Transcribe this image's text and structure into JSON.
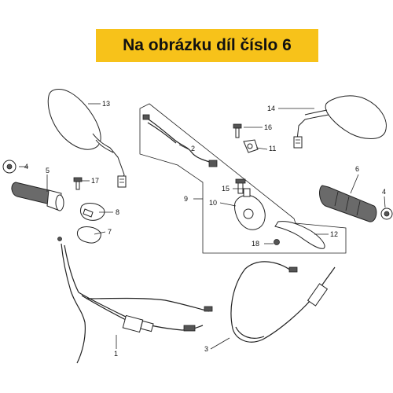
{
  "banner": {
    "text": "Na obrázku díl číslo 6",
    "color": "#f7c21a"
  },
  "parts": [
    {
      "id": "p1",
      "label": "1"
    },
    {
      "id": "p2",
      "label": "2"
    },
    {
      "id": "p3",
      "label": "3"
    },
    {
      "id": "p4a",
      "label": "4"
    },
    {
      "id": "p4b",
      "label": "4"
    },
    {
      "id": "p5",
      "label": "5"
    },
    {
      "id": "p6",
      "label": "6"
    },
    {
      "id": "p7",
      "label": "7"
    },
    {
      "id": "p8",
      "label": "8"
    },
    {
      "id": "p9",
      "label": "9"
    },
    {
      "id": "p10",
      "label": "10"
    },
    {
      "id": "p11",
      "label": "11"
    },
    {
      "id": "p12",
      "label": "12"
    },
    {
      "id": "p13",
      "label": "13"
    },
    {
      "id": "p14",
      "label": "14"
    },
    {
      "id": "p15",
      "label": "15"
    },
    {
      "id": "p16",
      "label": "16"
    },
    {
      "id": "p17",
      "label": "17"
    },
    {
      "id": "p18",
      "label": "18"
    }
  ]
}
